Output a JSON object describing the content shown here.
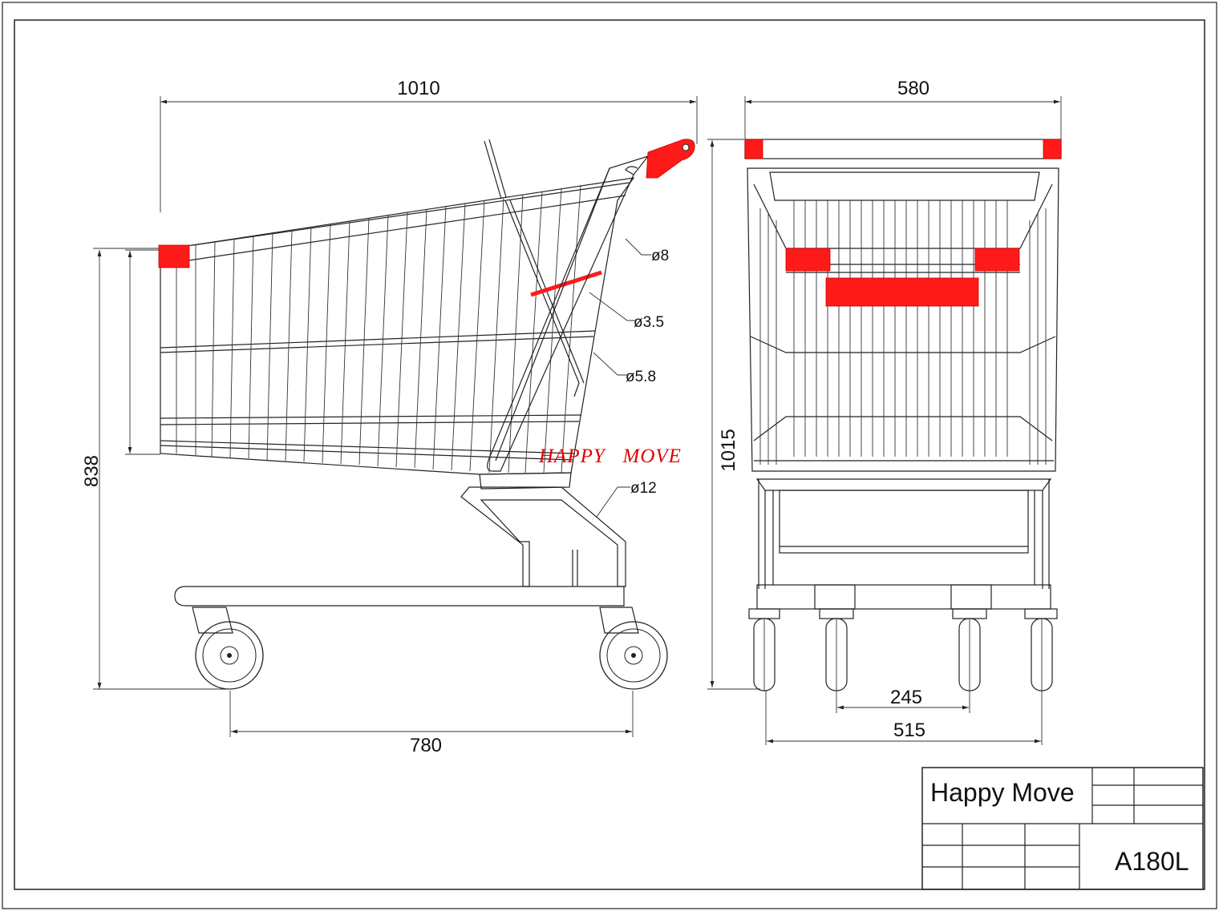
{
  "side_view": {
    "length_label": "1010",
    "height_label": "838",
    "wheelbase_label": "780",
    "callouts": [
      "ø8",
      "ø3.5",
      "ø5.8",
      "ø12"
    ],
    "brand_text": "HAPPY   MOVE"
  },
  "front_view": {
    "width_label": "580",
    "height_label": "1015",
    "inner_wheel_label": "245",
    "outer_wheel_label": "515"
  },
  "title_block": {
    "company": "Happy Move",
    "model": "A180L"
  },
  "colors": {
    "line": "#222222",
    "accent": "#ff1a1a",
    "brand_text": "#e00000"
  }
}
